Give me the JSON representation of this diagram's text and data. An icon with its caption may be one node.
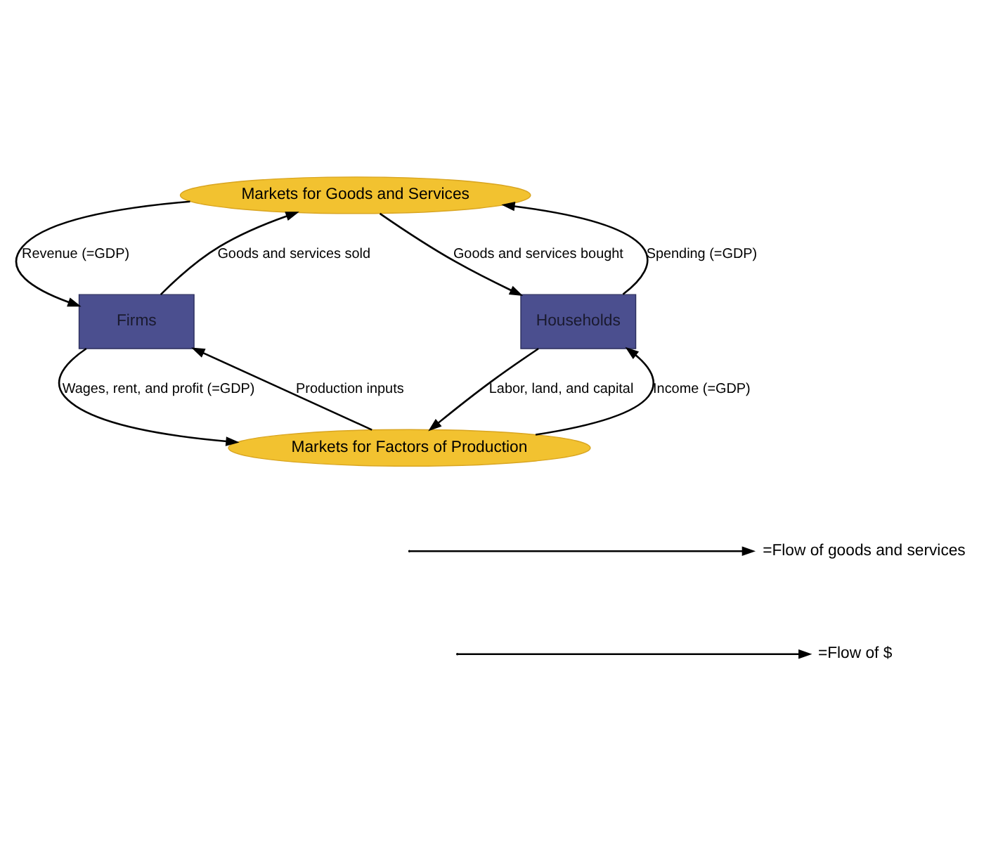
{
  "diagram": {
    "nodes": [
      {
        "text": [
          "Markets for Goods and Services"
        ]
      },
      {
        "text": [
          "Firms"
        ]
      },
      {
        "text": [
          "Households"
        ]
      },
      {
        "text": [
          "Markets for Factors of Production"
        ]
      }
    ],
    "edges": [
      {
        "from": 0,
        "to": 1,
        "arrow": "to",
        "label": "Revenue (=GDP)"
      },
      {
        "from": 1,
        "to": 0,
        "arrow": "to",
        "label": "Goods and services sold"
      },
      {
        "from": 2,
        "to": 0,
        "arrow": "to",
        "label": "Spending (=GDP)"
      },
      {
        "from": 0,
        "to": 2,
        "arrow": "to",
        "label": "Goods and services bought"
      },
      {
        "from": 3,
        "to": 1,
        "arrow": "to",
        "label": "Production inputs"
      },
      {
        "from": 1,
        "to": 3,
        "arrow": "to",
        "label": "Wages, rent, and profit (=GDP)"
      },
      {
        "from": 2,
        "to": 3,
        "arrow": "to",
        "label": "Labor, land, and capital"
      },
      {
        "from": 3,
        "to": 2,
        "arrow": "to",
        "label": "Income (=GDP)"
      }
    ],
    "legend": [
      {
        "text": "=Flow of goods and services"
      },
      {
        "text": "=Flow of $"
      }
    ]
  }
}
